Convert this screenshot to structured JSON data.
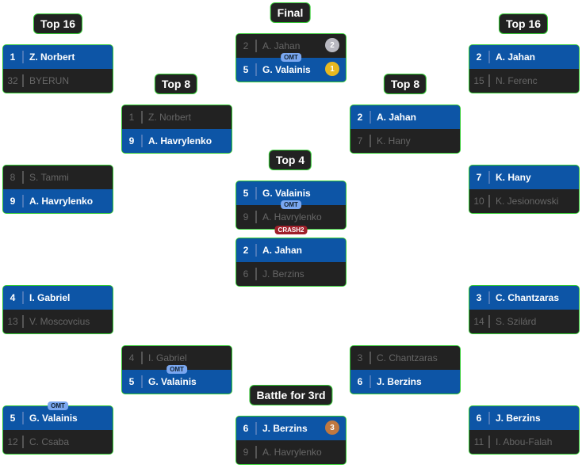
{
  "labels": {
    "top16_left": "Top 16",
    "top8_left": "Top 8",
    "final": "Final",
    "top4": "Top 4",
    "battle3": "Battle for 3rd",
    "top16_right": "Top 16",
    "top8_right": "Top 8"
  },
  "colors": {
    "winner": "#0d55a6",
    "loser": "#222222",
    "border": "#33cc33"
  },
  "matches": [
    {
      "id": "l16a",
      "rows": [
        {
          "seed": "1",
          "name": "Z. Norbert",
          "win": true
        },
        {
          "seed": "32",
          "name": "BYERUN",
          "win": false
        }
      ]
    },
    {
      "id": "l16b",
      "rows": [
        {
          "seed": "8",
          "name": "S. Tammi",
          "win": false
        },
        {
          "seed": "9",
          "name": "A. Havrylenko",
          "win": true
        }
      ]
    },
    {
      "id": "l16c",
      "rows": [
        {
          "seed": "4",
          "name": "I. Gabriel",
          "win": true
        },
        {
          "seed": "13",
          "name": "V. Moscovcius",
          "win": false
        }
      ]
    },
    {
      "id": "l16d",
      "rows": [
        {
          "seed": "5",
          "name": "G. Valainis",
          "win": true,
          "badge": "OMT"
        },
        {
          "seed": "12",
          "name": "C. Csaba",
          "win": false
        }
      ]
    },
    {
      "id": "l8a",
      "rows": [
        {
          "seed": "1",
          "name": "Z. Norbert",
          "win": false
        },
        {
          "seed": "9",
          "name": "A. Havrylenko",
          "win": true
        }
      ]
    },
    {
      "id": "l8b",
      "rows": [
        {
          "seed": "4",
          "name": "I. Gabriel",
          "win": false
        },
        {
          "seed": "5",
          "name": "G. Valainis",
          "win": true,
          "badge": "OMT"
        }
      ]
    },
    {
      "id": "final",
      "rows": [
        {
          "seed": "2",
          "name": "A. Jahan",
          "win": false,
          "medal": "2"
        },
        {
          "seed": "5",
          "name": "G. Valainis",
          "win": true,
          "medal": "1",
          "badge": "OMT"
        }
      ]
    },
    {
      "id": "t4a",
      "rows": [
        {
          "seed": "5",
          "name": "G. Valainis",
          "win": true
        },
        {
          "seed": "9",
          "name": "A. Havrylenko",
          "win": false,
          "badge": "OMT",
          "crash": "CRASH2"
        }
      ]
    },
    {
      "id": "t4b",
      "rows": [
        {
          "seed": "2",
          "name": "A. Jahan",
          "win": true
        },
        {
          "seed": "6",
          "name": "J. Berzins",
          "win": false
        }
      ]
    },
    {
      "id": "b3",
      "rows": [
        {
          "seed": "6",
          "name": "J. Berzins",
          "win": true,
          "medal": "3"
        },
        {
          "seed": "9",
          "name": "A. Havrylenko",
          "win": false
        }
      ]
    },
    {
      "id": "r8a",
      "rows": [
        {
          "seed": "2",
          "name": "A. Jahan",
          "win": true
        },
        {
          "seed": "7",
          "name": "K. Hany",
          "win": false
        }
      ]
    },
    {
      "id": "r8b",
      "rows": [
        {
          "seed": "3",
          "name": "C. Chantzaras",
          "win": false
        },
        {
          "seed": "6",
          "name": "J. Berzins",
          "win": true
        }
      ]
    },
    {
      "id": "r16a",
      "rows": [
        {
          "seed": "2",
          "name": "A. Jahan",
          "win": true
        },
        {
          "seed": "15",
          "name": "N. Ferenc",
          "win": false
        }
      ]
    },
    {
      "id": "r16b",
      "rows": [
        {
          "seed": "7",
          "name": "K. Hany",
          "win": true
        },
        {
          "seed": "10",
          "name": "K. Jesionowski",
          "win": false
        }
      ]
    },
    {
      "id": "r16c",
      "rows": [
        {
          "seed": "3",
          "name": "C. Chantzaras",
          "win": true
        },
        {
          "seed": "14",
          "name": "S. Szilárd",
          "win": false
        }
      ]
    },
    {
      "id": "r16d",
      "rows": [
        {
          "seed": "6",
          "name": "J. Berzins",
          "win": true
        },
        {
          "seed": "11",
          "name": "I. Abou-Falah",
          "win": false
        }
      ]
    }
  ]
}
